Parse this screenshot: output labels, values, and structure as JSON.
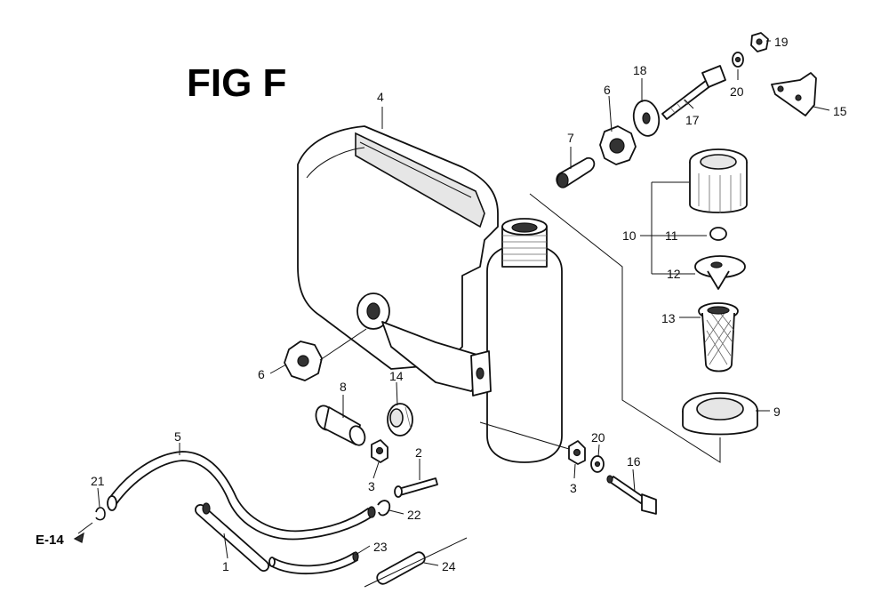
{
  "figure": {
    "title": "FIG F",
    "reference": "E-14"
  },
  "callouts": [
    {
      "id": "c4",
      "label": "4"
    },
    {
      "id": "c18",
      "label": "18"
    },
    {
      "id": "c6a",
      "label": "6"
    },
    {
      "id": "c20a",
      "label": "20"
    },
    {
      "id": "c19",
      "label": "19"
    },
    {
      "id": "c17",
      "label": "17"
    },
    {
      "id": "c15",
      "label": "15"
    },
    {
      "id": "c7",
      "label": "7"
    },
    {
      "id": "c10",
      "label": "10"
    },
    {
      "id": "c11",
      "label": "11"
    },
    {
      "id": "c12",
      "label": "12"
    },
    {
      "id": "c13",
      "label": "13"
    },
    {
      "id": "c9",
      "label": "9"
    },
    {
      "id": "c6b",
      "label": "6"
    },
    {
      "id": "c8",
      "label": "8"
    },
    {
      "id": "c14",
      "label": "14"
    },
    {
      "id": "c5",
      "label": "5"
    },
    {
      "id": "c21",
      "label": "21"
    },
    {
      "id": "c3a",
      "label": "3"
    },
    {
      "id": "c2",
      "label": "2"
    },
    {
      "id": "c22",
      "label": "22"
    },
    {
      "id": "c23",
      "label": "23"
    },
    {
      "id": "c1",
      "label": "1"
    },
    {
      "id": "c24",
      "label": "24"
    },
    {
      "id": "c3b",
      "label": "3"
    },
    {
      "id": "c20b",
      "label": "20"
    },
    {
      "id": "c16",
      "label": "16"
    }
  ]
}
